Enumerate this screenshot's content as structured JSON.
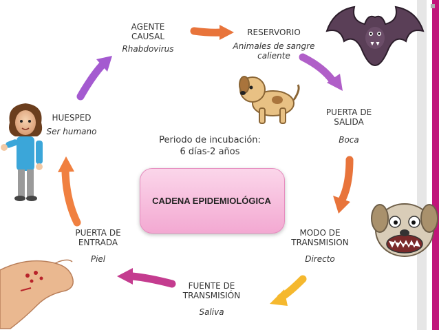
{
  "center": {
    "label": "CADENA EPIDEMIOLÓGICA"
  },
  "incubation": {
    "line1": "Periodo de incubación:",
    "line2": "6 días-2 años"
  },
  "nodes": {
    "agente": {
      "title1": "AGENTE",
      "title2": "CAUSAL",
      "value": "Rhabdovirus"
    },
    "reservorio": {
      "title": "RESERVORIO",
      "value1": "Animales de sangre",
      "value2": "caliente"
    },
    "salida": {
      "title1": "PUERTA DE",
      "title2": "SALIDA",
      "value": "Boca"
    },
    "modo": {
      "title1": "MODO DE",
      "title2": "TRANSMISION",
      "value": "Directo"
    },
    "fuente": {
      "title1": "FUENTE DE",
      "title2": "TRANSMISIÓN",
      "value": "Saliva"
    },
    "entrada": {
      "title1": "PUERTA DE",
      "title2": "ENTRADA",
      "value": "Piel"
    },
    "huesped": {
      "title": "HUESPED",
      "value": "Ser humano"
    }
  },
  "colors": {
    "arrow_orange": "#e8743b",
    "arrow_purple": "#b05fc8",
    "arrow_orange_down": "#e8743b",
    "arrow_yellow": "#f5b82e",
    "arrow_magenta": "#c43c8f",
    "arrow_orange_up": "#f08040",
    "arrow_violet": "#a45ad0",
    "center_fill": "#f3a9d2",
    "accent_bar": "#c0157a"
  },
  "illustrations": [
    "bat-illustration",
    "dog-illustration",
    "rabid-dog-illustration",
    "human-illustration",
    "bitten-hand-illustration"
  ]
}
